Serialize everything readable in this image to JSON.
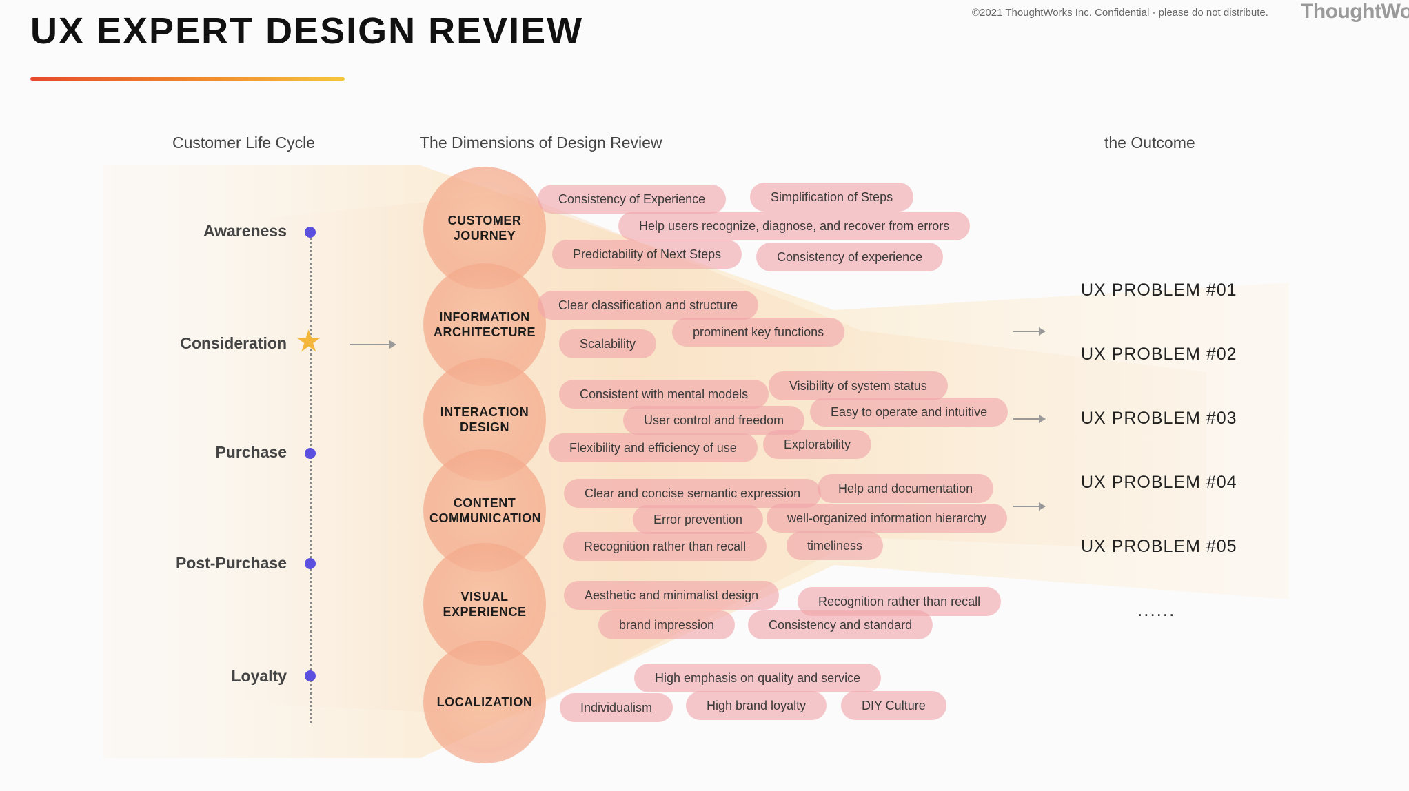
{
  "header": {
    "title": "UX EXPERT DESIGN REVIEW",
    "copyright": "©2021 ThoughtWorks Inc.  Confidential - please do not distribute.",
    "brand": "ThoughtWor"
  },
  "columns": {
    "lifecycle": "Customer Life Cycle",
    "dimensions": "The Dimensions of Design Review",
    "outcome": "the Outcome"
  },
  "lifecycle": {
    "stages": [
      "Awareness",
      "Consideration",
      "Purchase",
      "Post-Purchase",
      "Loyalty"
    ],
    "highlighted": "Consideration"
  },
  "dimensions": [
    {
      "name": "CUSTOMER JOURNEY",
      "items": [
        "Consistency of Experience",
        "Simplification of Steps",
        "Help users recognize, diagnose, and recover from errors",
        "Predictability of Next Steps",
        "Consistency of experience"
      ]
    },
    {
      "name": "INFORMATION ARCHITECTURE",
      "items": [
        "Clear classification and structure",
        "prominent key functions",
        "Scalability"
      ]
    },
    {
      "name": "INTERACTION DESIGN",
      "items": [
        "Visibility of system status",
        "Consistent with mental models",
        "Easy to operate and intuitive",
        "User control and freedom",
        "Explorability",
        "Flexibility and efficiency of use"
      ]
    },
    {
      "name": "CONTENT COMMUNICATION",
      "items": [
        "Help and documentation",
        "Clear and concise semantic expression",
        "well-organized information hierarchy",
        "Error prevention",
        "timeliness",
        "Recognition rather than recall"
      ]
    },
    {
      "name": "VISUAL EXPERIENCE",
      "items": [
        "Aesthetic and minimalist design",
        "Recognition rather than recall",
        "brand impression",
        "Consistency and standard"
      ]
    },
    {
      "name": "LOCALIZATION",
      "items": [
        "High emphasis on quality and service",
        "Individualism",
        "High brand loyalty",
        "DIY Culture"
      ]
    }
  ],
  "outcomes": [
    "UX PROBLEM #01",
    "UX PROBLEM #02",
    "UX PROBLEM #03",
    "UX PROBLEM #04",
    "UX PROBLEM #05",
    "......"
  ],
  "colors": {
    "accent_red": "#e8492c",
    "accent_yellow": "#f5c63a",
    "dot": "#5b4fe0",
    "star": "#f3b53a",
    "pill": "#f1a5aa",
    "circle": "#f4aa8c"
  }
}
